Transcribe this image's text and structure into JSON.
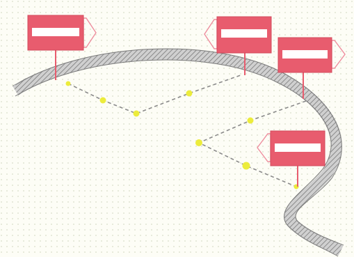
{
  "diagram": {
    "signs": [
      {
        "id": "sign-1",
        "arrow": "right"
      },
      {
        "id": "sign-2",
        "arrow": "left"
      },
      {
        "id": "sign-3",
        "arrow": "right"
      },
      {
        "id": "sign-4",
        "arrow": "left"
      }
    ],
    "route_points": 8,
    "colors": {
      "background": "#fdfdf6",
      "dot_grid": "#d8dcc8",
      "sign_red": "#e85c6e",
      "sign_band": "#ffffff",
      "arrow_outline": "#ee8e9e",
      "road_edge": "#7a7a7a",
      "road_hatch": "#9a9a9a",
      "road_fill": "#d0d0d0",
      "route_line": "#8a8a8a",
      "route_dot": "#ecec3c"
    }
  }
}
